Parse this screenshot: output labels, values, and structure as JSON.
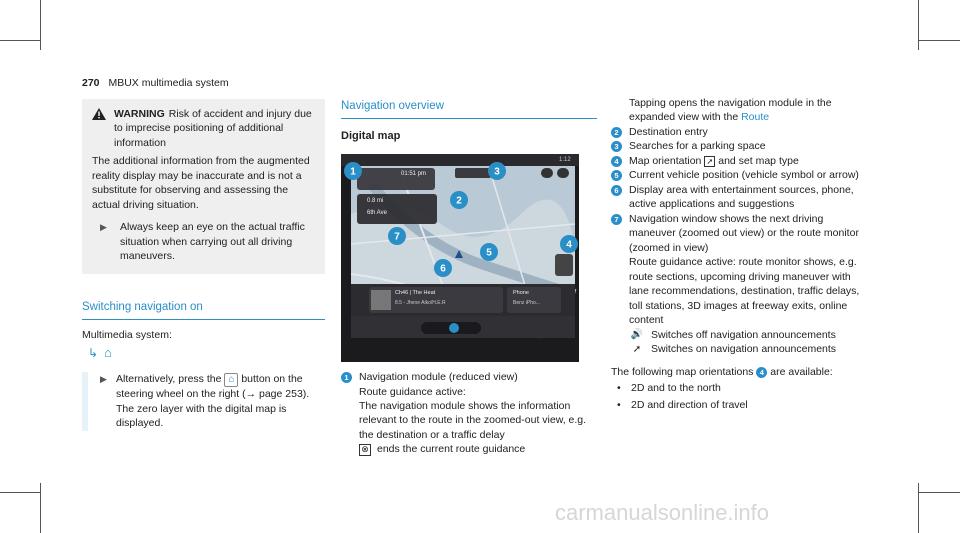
{
  "header": {
    "page_number": "270",
    "title": "MBUX multimedia system"
  },
  "warning": {
    "title": "WARNING",
    "lead": "Risk of accident and injury due to imprecise positioning of additional information",
    "body": "The additional information from the augmented reality display may be inaccurate and is not a substitute for observing and assessing the actual driving situation.",
    "step": "Always keep an eye on the actual traffic situation when carrying out all driving maneuvers."
  },
  "switching": {
    "title": "Switching navigation on",
    "path_label": "Multimedia system:",
    "instruction_pre": "Alternatively, press the",
    "instruction_post": "button on the steering wheel on the right (→ page 253).",
    "instruction_2": "The zero layer with the digital map is displayed."
  },
  "overview": {
    "title": "Navigation overview",
    "subtitle": "Digital map"
  },
  "screen": {
    "time": "01:51 pm",
    "clock": "1:12",
    "distance": "0.8 mi",
    "street": "6th Ave",
    "media_title": "Ch46 | The Heat",
    "media_sub": "8.5 - Jhene Aiko/H.E.R",
    "phone_label": "Phone",
    "phone_sub": "Benz iPho..."
  },
  "legend_col2": {
    "item1_title": "Navigation module (reduced view)",
    "item1_sub": "Route guidance active:",
    "item1_desc": "The navigation module shows the information relevant to the route in the zoomed-out view, e.g. the destination or a traffic delay",
    "item1_icon_text": "ends the current route guidance"
  },
  "legend_col3": {
    "tap_text_pre": "Tapping opens the navigation module in the expanded view with the",
    "tap_link": "Route",
    "item2": "Destination entry",
    "item3": "Searches for a parking space",
    "item4_pre": "Map orientation",
    "item4_post": "and set map type",
    "item5": "Current vehicle position (vehicle symbol or arrow)",
    "item6": "Display area with entertainment sources, phone, active applications and suggestions",
    "item7": "Navigation window shows the next driving maneuver (zoomed out view) or the route monitor (zoomed in view)",
    "item7_b": "Route guidance active: route monitor shows, e.g. route sections, upcoming driving maneuver with lane recommendations, destination, traffic delays, toll stations, 3D images at freeway exits, online content",
    "sound_on": "Switches off navigation announcements",
    "sound_off": "Switches on navigation announcements",
    "orient_pre": "The following map orientations",
    "orient_post": "are available:",
    "bullet1": "2D and to the north",
    "bullet2": "2D and direction of travel"
  },
  "numbers": [
    "1",
    "2",
    "3",
    "4",
    "5",
    "6",
    "7"
  ],
  "watermark": "carmanualsonline.info",
  "colors": {
    "accent": "#2a8fc7",
    "warn_bg": "#efefef"
  }
}
